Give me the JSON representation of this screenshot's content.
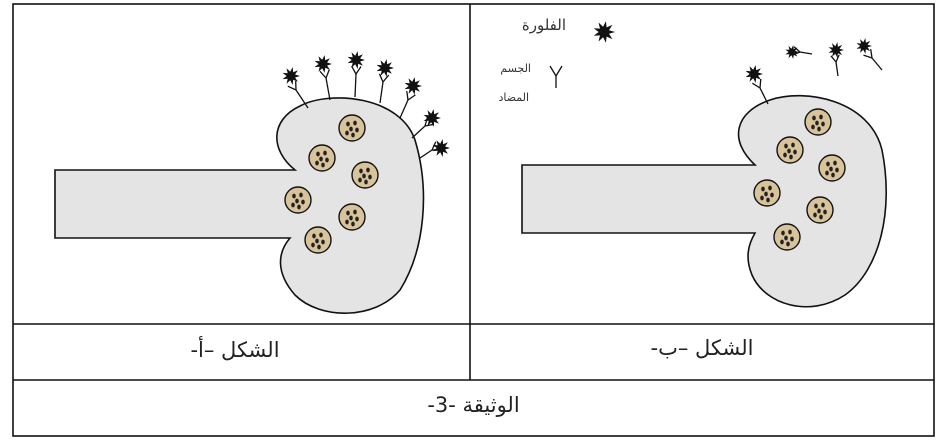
{
  "legend": {
    "pathogen_label": "الفلورة",
    "antibody_label_line1": "الجسم",
    "antibody_label_line2": "المضاد",
    "pathogen_icon": "spiky-particle-icon",
    "antibody_icon": "y-antibody-icon"
  },
  "captions": {
    "figure_a": "الشكل –أ-",
    "figure_b": "الشكل –ب-",
    "document": "الوثيقة -3-"
  },
  "colors": {
    "line": "#111111",
    "cell_fill": "#e4e4e4",
    "granule_fill": "#d8c39a",
    "particle": "#111111"
  }
}
